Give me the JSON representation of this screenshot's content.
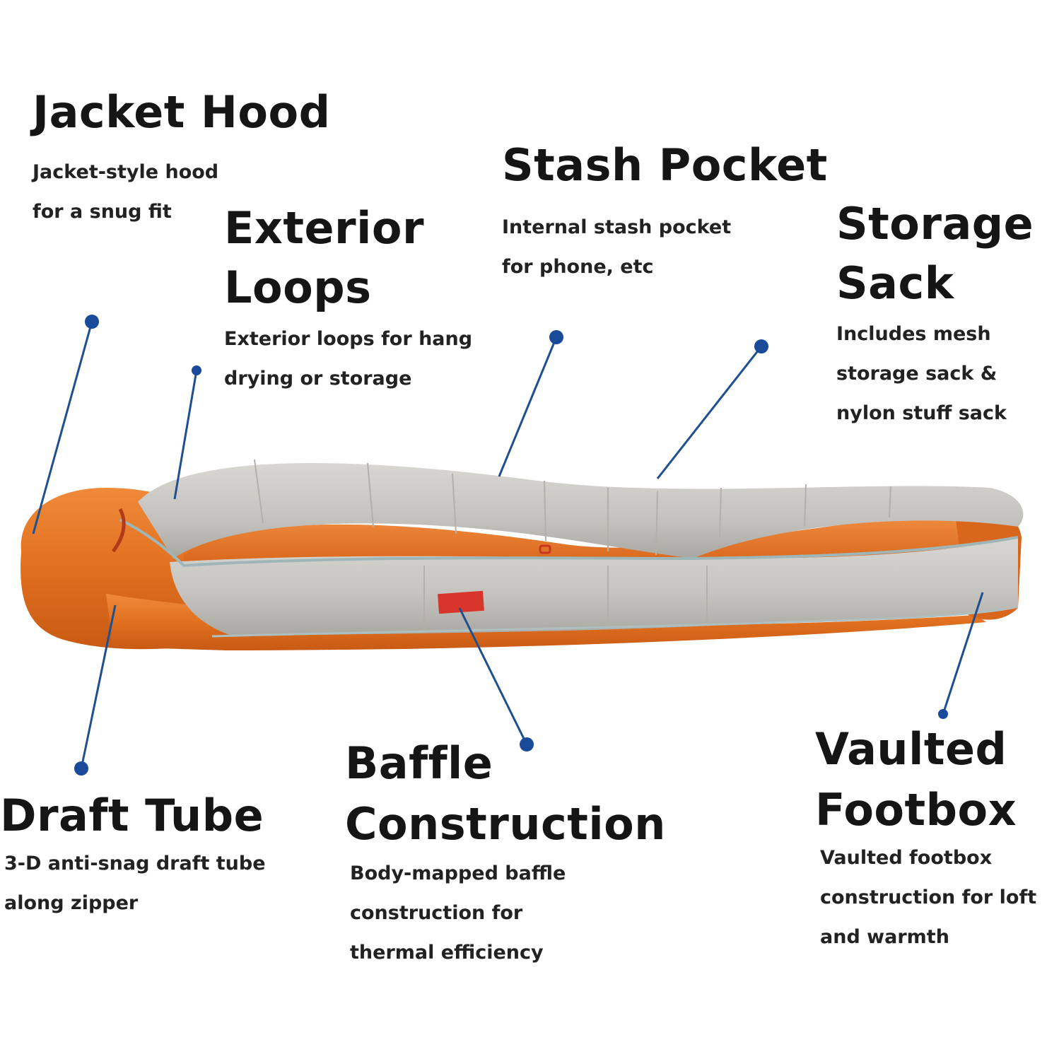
{
  "colors": {
    "accent_orange": "#e0701f",
    "shell_grey": "#c4c2bd",
    "pointer_blue": "#1a4a9a",
    "label_tag_red": "#d9362b",
    "text": "#151515"
  },
  "callouts": {
    "jacket_hood": {
      "title": "Jacket Hood",
      "desc_lines": [
        "Jacket-style hood",
        "for a snug fit"
      ]
    },
    "exterior_loops": {
      "title_lines": [
        "Exterior",
        "Loops"
      ],
      "desc_lines": [
        "Exterior loops for hang",
        "drying or storage"
      ]
    },
    "stash_pocket": {
      "title": "Stash Pocket",
      "desc_lines": [
        "Internal stash pocket",
        "for phone, etc"
      ]
    },
    "storage_sack": {
      "title_lines": [
        "Storage",
        "Sack"
      ],
      "desc_lines": [
        "Includes mesh",
        "storage sack &",
        "nylon stuff sack"
      ]
    },
    "draft_tube": {
      "title": "Draft Tube",
      "desc_lines": [
        "3-D anti-snag draft tube",
        "along zipper"
      ]
    },
    "baffle_construction": {
      "title_lines": [
        "Baffle",
        "Construction"
      ],
      "desc_lines": [
        "Body-mapped baffle",
        "construction for",
        "thermal efficiency"
      ]
    },
    "vaulted_footbox": {
      "title_lines": [
        "Vaulted",
        "Footbox"
      ],
      "desc_lines": [
        "Vaulted footbox",
        "construction for loft",
        "and warmth"
      ]
    }
  }
}
